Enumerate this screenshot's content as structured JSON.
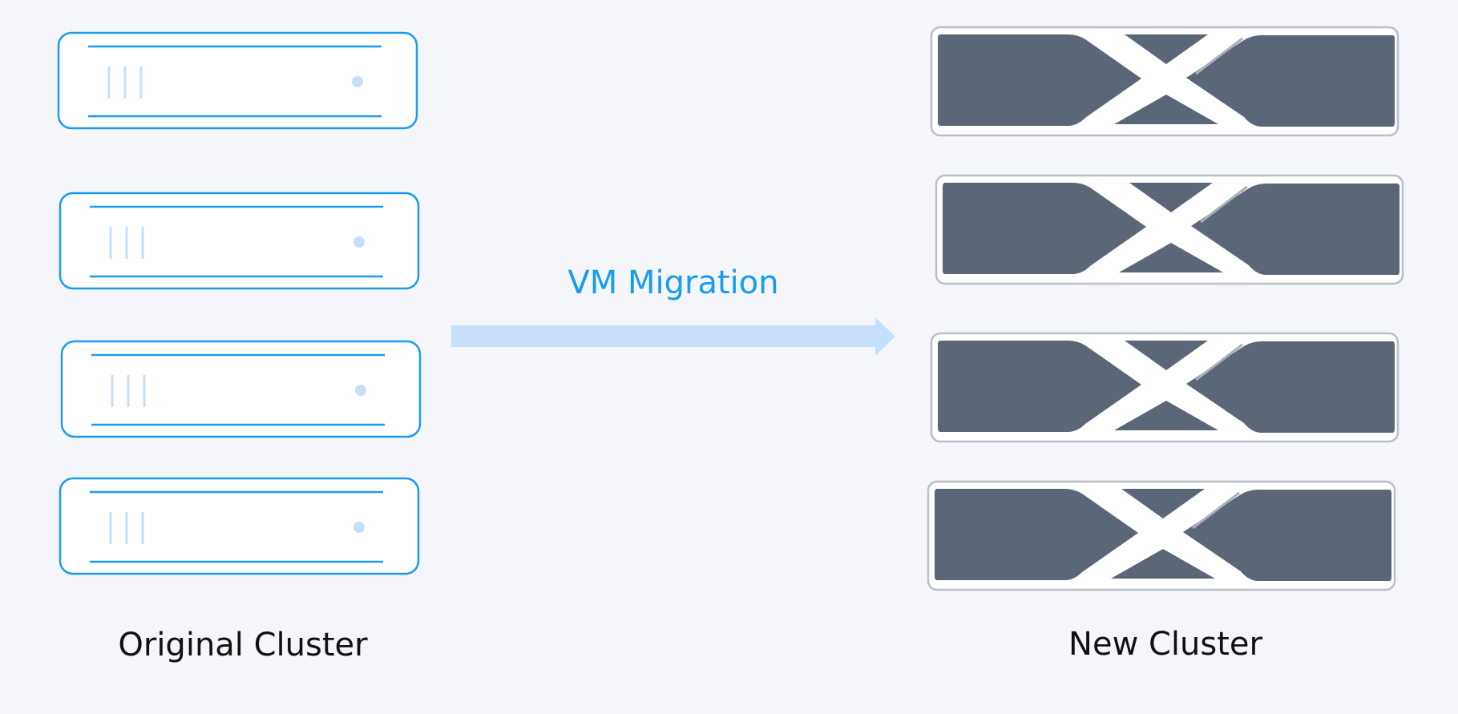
{
  "diagram": {
    "left_cluster_label": "Original Cluster",
    "right_cluster_label": "New Cluster",
    "arrow_label": "VM Migration"
  },
  "colors": {
    "background": "#f4f6f9",
    "original_server_stroke": "#1a9bf0",
    "original_server_accent": "#c8dff8",
    "new_server_fill": "#5b6677",
    "new_server_frame": "#b9bec8",
    "arrow": "#c6dffd",
    "arrow_label": "#1a9bf0",
    "label_text": "#111111"
  },
  "icons": {
    "original_server": "server-rack-icon",
    "new_server": "gpu-server-icon"
  }
}
